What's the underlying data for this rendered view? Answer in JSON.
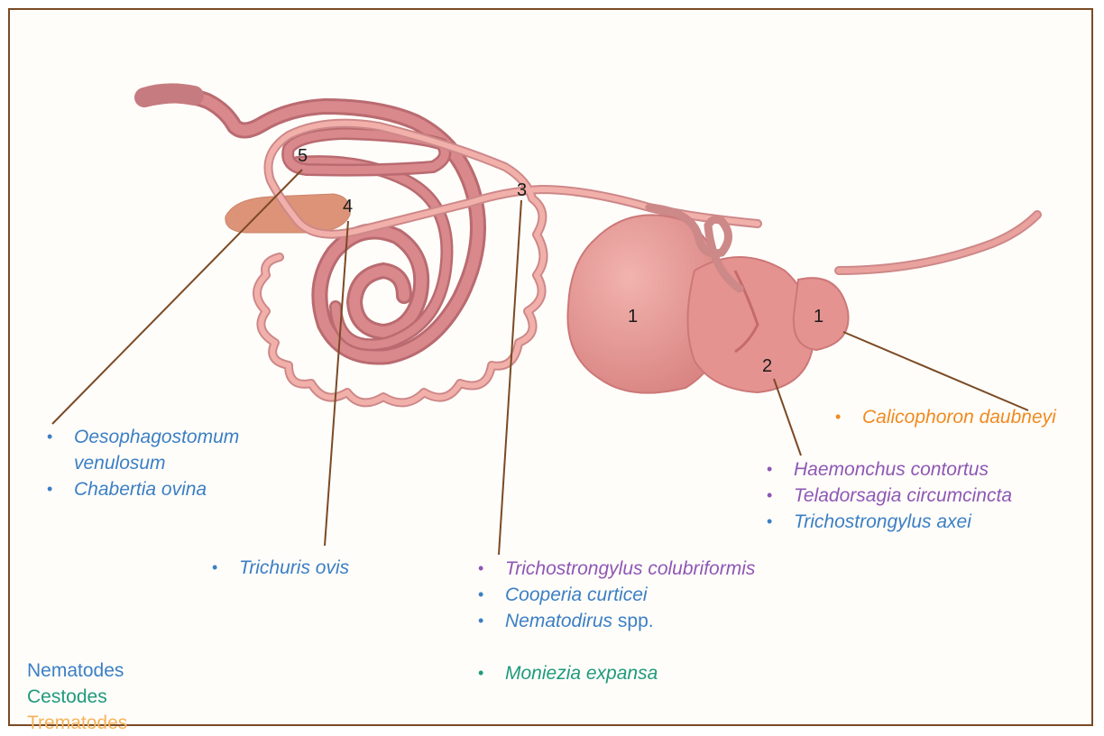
{
  "site_numbers": [
    "1",
    "1",
    "2",
    "3",
    "4",
    "5"
  ],
  "groups": {
    "site5": [
      {
        "name": "Oesophagostomum",
        "group": "nematode"
      },
      {
        "name": "venulosum",
        "group": "nematode"
      },
      {
        "name": "Chabertia ovina",
        "group": "nematode"
      }
    ],
    "site4": [
      {
        "name": "Trichuris ovis",
        "group": "nematode"
      }
    ],
    "site3": [
      {
        "name": "Trichostrongylus colubriformis",
        "group": "purple"
      },
      {
        "name": "Cooperia curticei",
        "group": "nematode"
      },
      {
        "name": "Nematodirus",
        "suffix": " spp.",
        "group": "nematode"
      }
    ],
    "site3_cestode": [
      {
        "name": "Moniezia expansa",
        "group": "cestode"
      }
    ],
    "site2": [
      {
        "name": "Haemonchus contortus",
        "group": "purple"
      },
      {
        "name": "Teladorsagia circumcincta",
        "group": "purple"
      },
      {
        "name": "Trichostrongylus axei",
        "group": "nematode"
      }
    ],
    "site1": [
      {
        "name": "Calicophoron daubneyi",
        "group": "trematode"
      }
    ]
  },
  "legend": {
    "nematodes": "Nematodes",
    "cestodes": "Cestodes",
    "trematodes": "Trematodes"
  },
  "colors": {
    "nematode": "#3b7fc4",
    "cestode": "#1f9a7b",
    "trematode": "#f08a1f",
    "purple": "#8e57b4",
    "intestine": "#e9a29e",
    "intestine_dark": "#cf7a7a",
    "stomach": "#e79a98",
    "leader_line": "#7b4a24",
    "border": "#7b4a24"
  }
}
